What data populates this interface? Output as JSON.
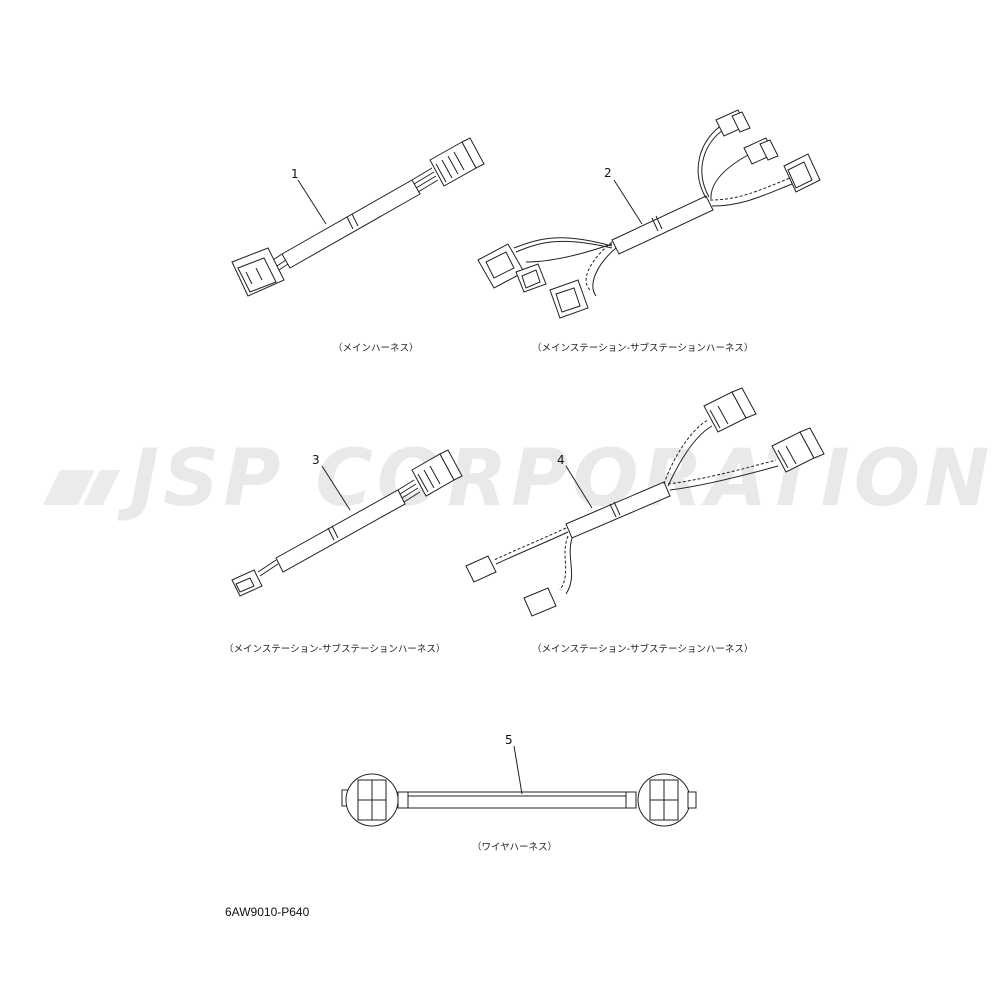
{
  "watermark": "JSP CORPORATION",
  "diagram_code": "6AW9010-P640",
  "parts": [
    {
      "number": "1",
      "label": "（メインハーネス）"
    },
    {
      "number": "2",
      "label": "（メインステーション-サブステーションハーネス）"
    },
    {
      "number": "3",
      "label": "（メインステーション-サブステーションハーネス）"
    },
    {
      "number": "4",
      "label": "（メインステーション-サブステーションハーネス）"
    },
    {
      "number": "5",
      "label": "（ワイヤハーネス）"
    }
  ]
}
